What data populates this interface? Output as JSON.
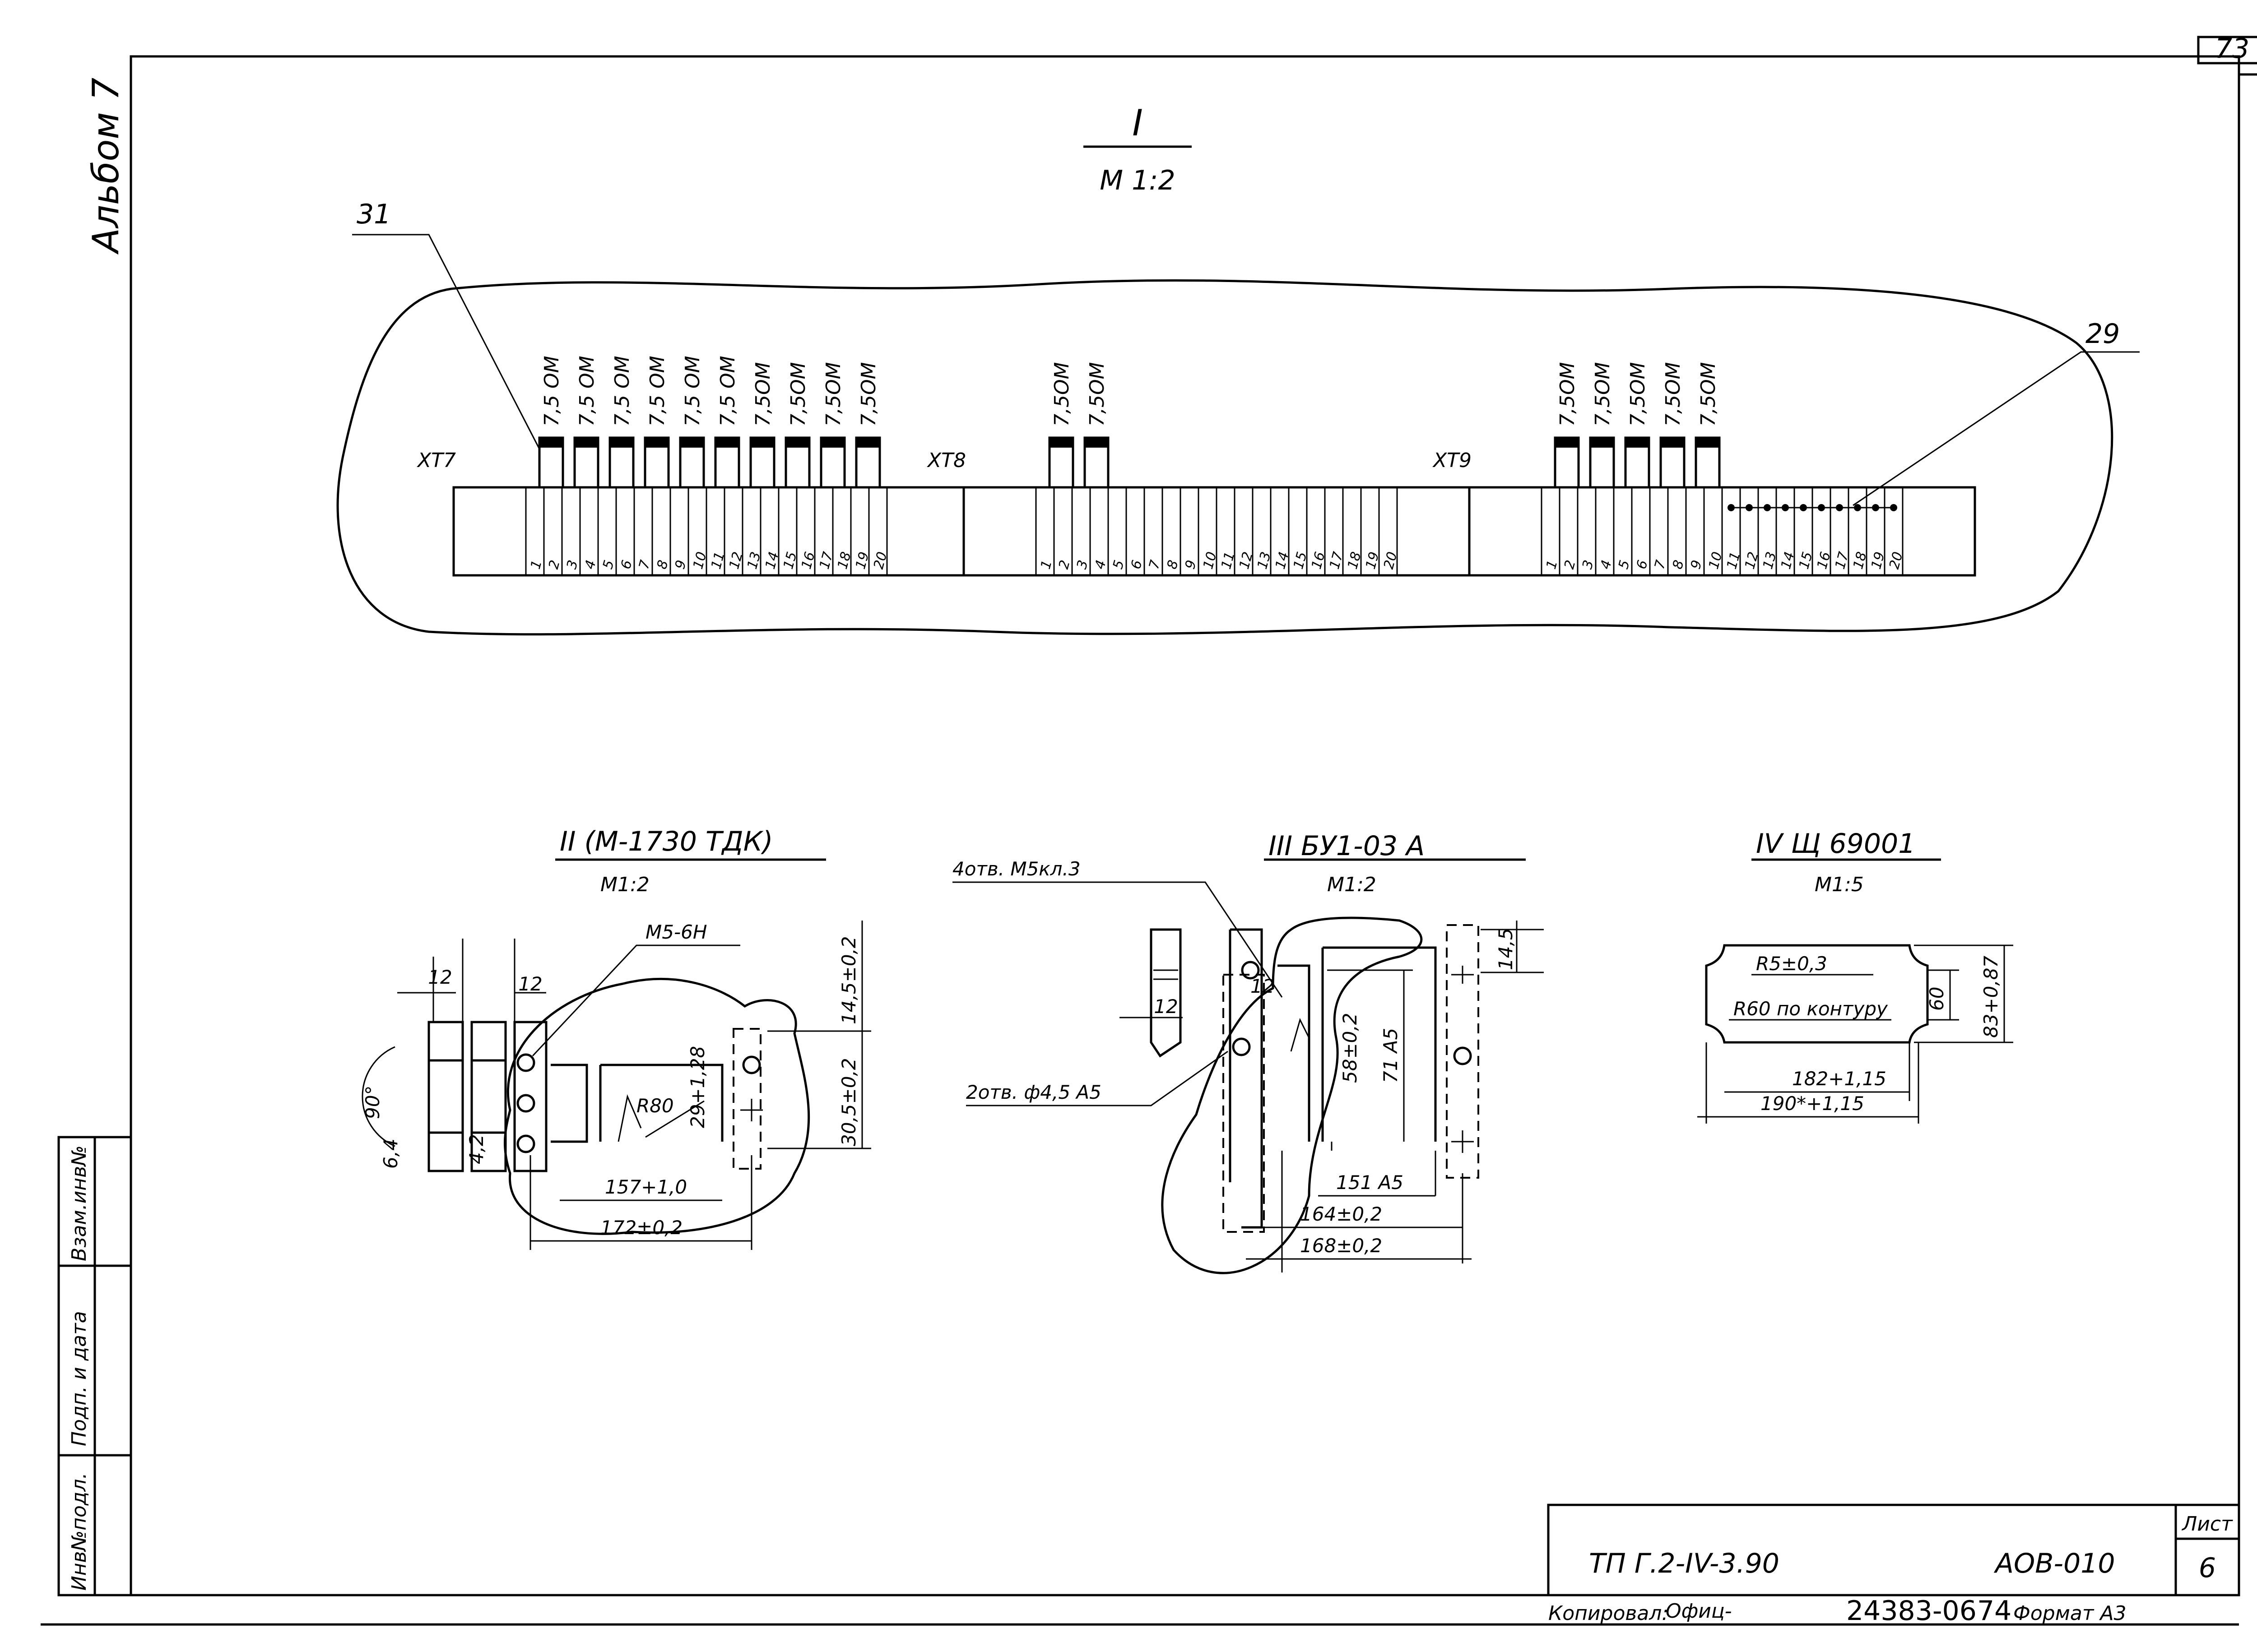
{
  "page": {
    "sheet_top_number": "73",
    "album_label": "Альбом 7"
  },
  "section1": {
    "title": "I",
    "scale": "М 1:2",
    "callout_left": "31",
    "callout_right": "29",
    "strips": [
      {
        "label": "ХТ7",
        "resistors": [
          "7,5 ОМ",
          "7,5 ОМ",
          "7,5 ОМ",
          "7,5 ОМ",
          "7,5 ОМ",
          "7,5 ОМ",
          "7,5ОМ",
          "7,5ОМ",
          "7,5ОМ",
          "7,5ОМ"
        ],
        "terminals": [
          "1",
          "2",
          "3",
          "4",
          "5",
          "6",
          "7",
          "8",
          "9",
          "10",
          "11",
          "12",
          "13",
          "14",
          "15",
          "16",
          "17",
          "18",
          "19",
          "20"
        ]
      },
      {
        "label": "ХТ8",
        "resistors": [
          "7,5ОМ",
          "7,5ОМ"
        ],
        "terminals": [
          "1",
          "2",
          "3",
          "4",
          "5",
          "6",
          "7",
          "8",
          "9",
          "10",
          "11",
          "12",
          "13",
          "14",
          "15",
          "16",
          "17",
          "18",
          "19",
          "20"
        ]
      },
      {
        "label": "ХТ9",
        "resistors": [
          "7,5ОМ",
          "7,5ОМ",
          "7,5ОМ",
          "7,5ОМ",
          "7,5ОМ"
        ],
        "terminals": [
          "1",
          "2",
          "3",
          "4",
          "5",
          "6",
          "7",
          "8",
          "9",
          "10",
          "11",
          "12",
          "13",
          "14",
          "15",
          "16",
          "17",
          "18",
          "19",
          "20"
        ]
      }
    ]
  },
  "section2": {
    "title": "II (М-1730 ТДК)",
    "scale": "М1:2",
    "labels": {
      "thread": "М5-6Н",
      "w1": "12",
      "w2": "12",
      "angle": "90°",
      "d1": "6,4",
      "d2": "4,2",
      "radius": "R80",
      "h1": "29+1,28",
      "v1": "14,5±0,2",
      "v2": "30,5±0,2",
      "len1": "157+1,0",
      "len2": "172±0,2"
    }
  },
  "section3": {
    "title": "III БУ1-03 А",
    "scale": "М1:2",
    "labels": {
      "holes1": "4отв. М5кл.3",
      "holes2": "2отв. ф4,5 А5",
      "w1": "12",
      "w2": "12",
      "h1": "14,5",
      "h2": "58±0,2",
      "h3": "71 А5",
      "len1": "151 А5",
      "len2": "164±0,2",
      "len3": "168±0,2"
    }
  },
  "section4": {
    "title": "IV Щ 69001",
    "scale": "М1:5",
    "labels": {
      "r5": "R5±0,3",
      "r60": "R60 по контуру",
      "h1": "60",
      "h2": "83+0,87",
      "len1": "182+1,15",
      "len2": "190*+1,15"
    }
  },
  "side_stamp": {
    "cells": [
      "Взам.инв№",
      "Подп. и дата",
      "Инв№подл."
    ]
  },
  "title_block": {
    "doc_code": "ТП Г.2-IV-3.90",
    "drawing_code": "АОВ-010",
    "sheet_label": "Лист",
    "sheet_number": "6",
    "copied_label": "Копировал:",
    "copied_signature": "Офиц-",
    "stamp_number": "24383-06",
    "stamp_suffix": "74",
    "format_label": "Формат А3"
  }
}
